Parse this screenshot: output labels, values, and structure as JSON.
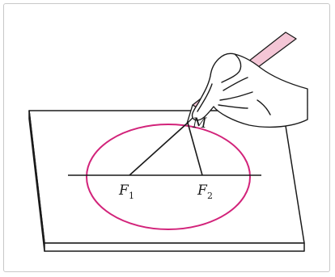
{
  "labels": {
    "point_m": "M",
    "focus_1": "F",
    "focus_1_sub": "1",
    "focus_2": "F",
    "focus_2_sub": "2"
  },
  "colors": {
    "ellipse": "#d2237a",
    "pencil": "#f4c6d6",
    "ink": "#1a1a1a",
    "frame": "#c8c8c8"
  }
}
